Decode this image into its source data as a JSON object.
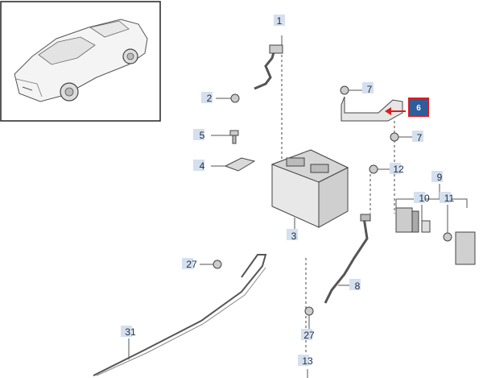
{
  "callouts": [
    {
      "id": "c1",
      "label": "1"
    },
    {
      "id": "c2",
      "label": "2"
    },
    {
      "id": "c3",
      "label": "3"
    },
    {
      "id": "c4",
      "label": "4"
    },
    {
      "id": "c5",
      "label": "5"
    },
    {
      "id": "c6",
      "label": "6",
      "highlighted": true
    },
    {
      "id": "c7a",
      "label": "7"
    },
    {
      "id": "c7b",
      "label": "7"
    },
    {
      "id": "c8",
      "label": "8"
    },
    {
      "id": "c9",
      "label": "9"
    },
    {
      "id": "c10",
      "label": "10"
    },
    {
      "id": "c11",
      "label": "11"
    },
    {
      "id": "c12",
      "label": "12"
    },
    {
      "id": "c13",
      "label": "13"
    },
    {
      "id": "c27a",
      "label": "27"
    },
    {
      "id": "c27b",
      "label": "27"
    },
    {
      "id": "c31",
      "label": "31"
    }
  ],
  "colors": {
    "callout_fill": "#d4e0ef",
    "highlight_fill": "#2d5d9a",
    "highlight_border": "#d81e1e",
    "arrow": "#d81e1e"
  },
  "icons": {
    "car_thumbnail": "car-thumbnail-icon",
    "battery": "battery-icon"
  }
}
